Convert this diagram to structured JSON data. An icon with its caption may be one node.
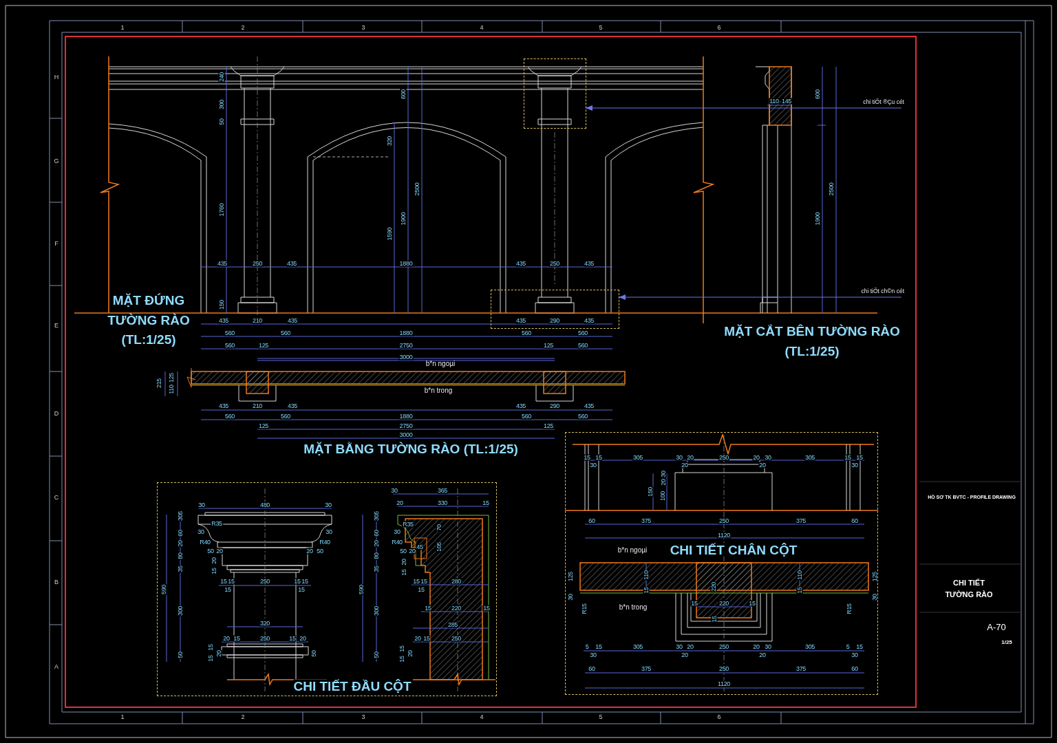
{
  "diagram": {
    "nodes": [
      {
        "text": [
          "chi tiÕt ®Çu cét"
        ]
      },
      {
        "text": [],
        "shape": "box"
      },
      {
        "text": [
          "chi tiÕt ch©n cét"
        ]
      },
      {
        "text": [],
        "shape": "box"
      },
      {
        "text": [
          "CHI TIẾT ĐẦU CỘT"
        ]
      },
      {
        "text": [
          "CHI TIẾT CHÂN CỘT"
        ]
      }
    ],
    "edges": [
      {
        "from": 0,
        "to": 1,
        "arrow": "to"
      },
      {
        "from": 2,
        "to": 3,
        "arrow": "to"
      }
    ],
    "labels": [
      "1",
      "2",
      "3",
      "4",
      "5",
      "6",
      "H",
      "G",
      "F",
      "E",
      "D",
      "C",
      "B",
      "A",
      "240",
      "300",
      "50",
      "1760",
      "150",
      "600",
      "320",
      "2500",
      "1900",
      "1590",
      "435",
      "250",
      "435",
      "1880",
      "435",
      "250",
      "435",
      "435",
      "210",
      "435",
      "435",
      "290",
      "435",
      "560",
      "560",
      "1880",
      "560",
      "560",
      "560",
      "125",
      "2750",
      "125",
      "560",
      "3000",
      "MẶT ĐỨNG TƯỜNG RÀO (TL:1/25)",
      "110",
      "145",
      "600",
      "2500",
      "1900",
      "MẶT CẮT BÊN TƯỜNG RÀO (TL:1/25)",
      "b*n ngoµi",
      "b*n trong",
      "215",
      "125",
      "110",
      "435",
      "210",
      "435",
      "435",
      "290",
      "435",
      "560",
      "560",
      "1880",
      "560",
      "560",
      "125",
      "2750",
      "125",
      "3000",
      "MẶT BẰNG TƯỜNG RÀO (TL:1/25)",
      "30",
      "480",
      "30",
      "305",
      "60",
      "20",
      "80",
      "35",
      "590",
      "300",
      "50",
      "R35",
      "30",
      "30",
      "R40",
      "R40",
      "50",
      "20",
      "20",
      "50",
      "20",
      "15",
      "15",
      "15",
      "250",
      "15",
      "15",
      "15",
      "15",
      "320",
      "20",
      "15",
      "250",
      "15",
      "20",
      "15",
      "15",
      "20",
      "50",
      "30",
      "365",
      "20",
      "330",
      "15",
      "305",
      "60",
      "20",
      "80",
      "35",
      "590",
      "300",
      "50",
      "30",
      "R35",
      "R40",
      "70",
      "50",
      "20",
      "45",
      "105",
      "20",
      "15",
      "15",
      "15",
      "280",
      "15",
      "15",
      "220",
      "15",
      "285",
      "20",
      "15",
      "250",
      "15",
      "15",
      "20",
      "15",
      "15",
      "30",
      "305",
      "30",
      "20",
      "20",
      "250",
      "20",
      "30",
      "20",
      "305",
      "15",
      "15",
      "30",
      "150",
      "30",
      "20",
      "100",
      "60",
      "375",
      "250",
      "375",
      "60",
      "1120",
      "b*n ngoµi",
      "125",
      "110",
      "15",
      "220",
      "110",
      "15",
      "125",
      "30",
      "30",
      "15",
      "220",
      "15",
      "15",
      "R15",
      "R15",
      "b*n trong",
      "5",
      "15",
      "30",
      "305",
      "30",
      "20",
      "20",
      "250",
      "20",
      "30",
      "20",
      "305",
      "5",
      "15",
      "30",
      "60",
      "375",
      "250",
      "375",
      "60",
      "1120",
      "HỒ SƠ TK BVTC - PROFILE DRAWING",
      "CHI TIẾT TƯỜNG RÀO",
      "A-70",
      "1/25",
      "1",
      "2",
      "3",
      "4",
      "5",
      "6"
    ]
  }
}
